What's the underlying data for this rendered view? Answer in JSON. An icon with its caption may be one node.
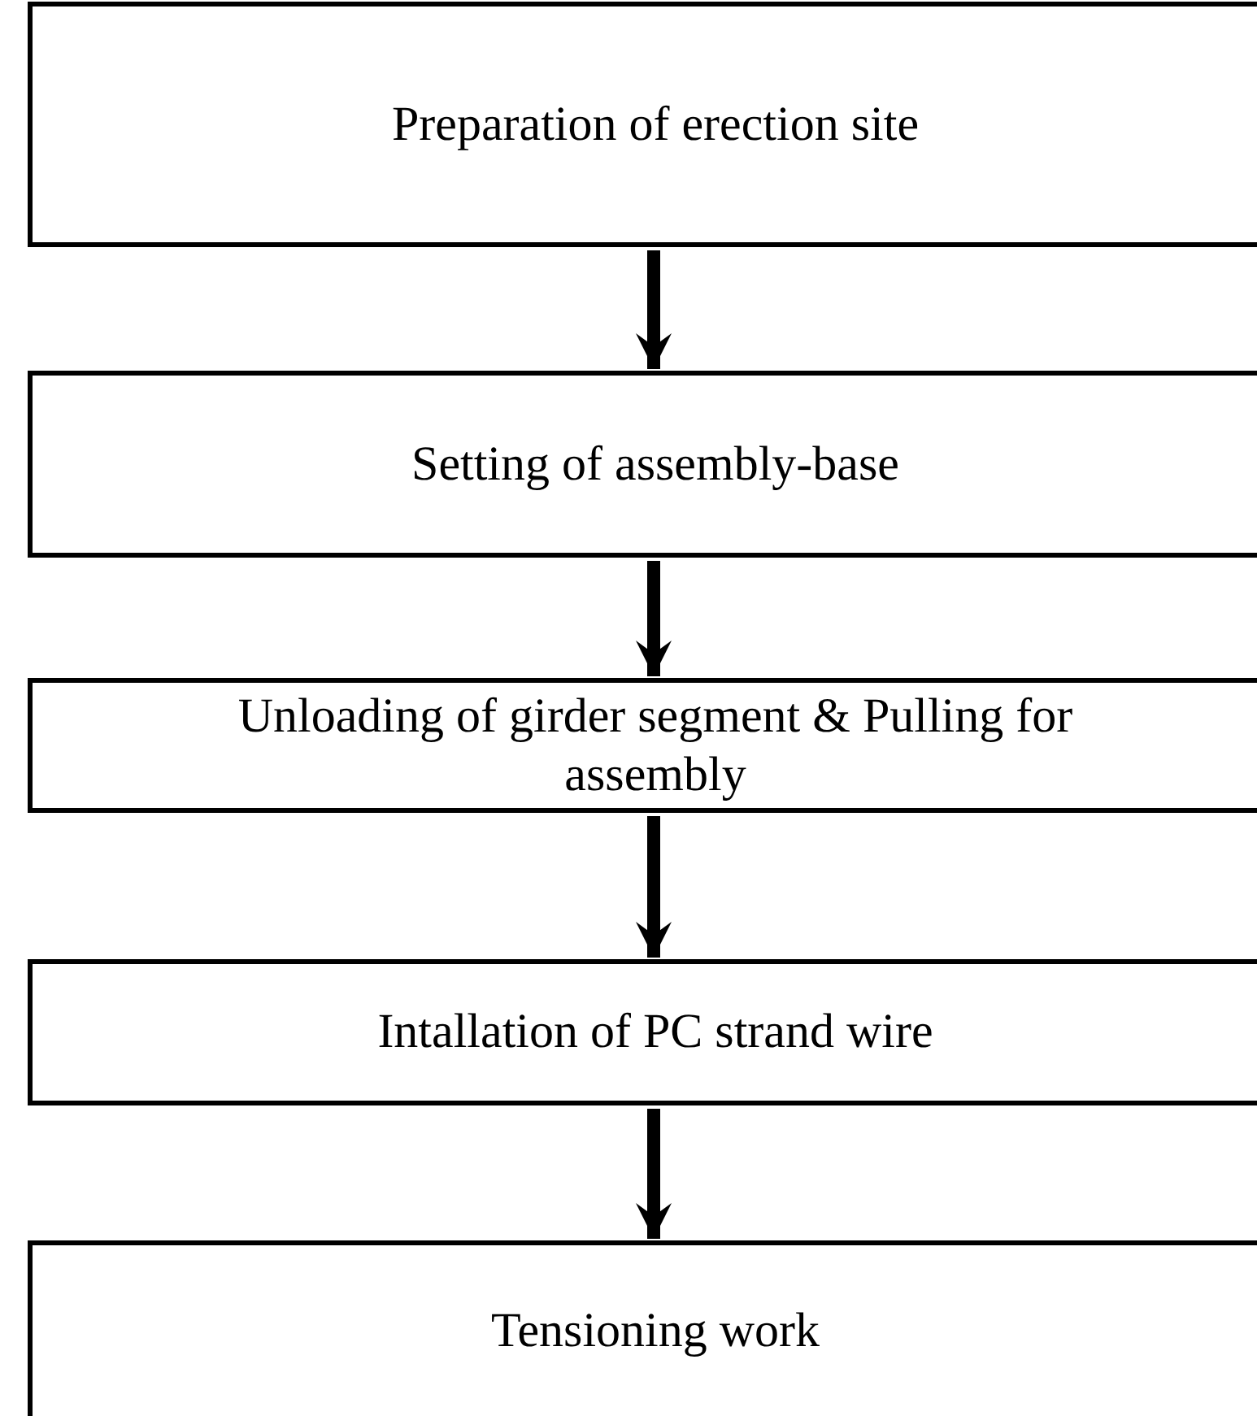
{
  "diagram": {
    "nodes": [
      {
        "text": [
          "Preparation of erection site"
        ]
      },
      {
        "text": [
          "Setting of assembly-base"
        ]
      },
      {
        "text": [
          "Unloading of girder segment & Pulling for assembly"
        ]
      },
      {
        "text": [
          "Intallation of PC strand wire"
        ]
      },
      {
        "text": [
          "Tensioning work"
        ]
      }
    ],
    "edges": [
      {
        "from": 0,
        "to": 1,
        "arrow": "to"
      },
      {
        "from": 1,
        "to": 2,
        "arrow": "to"
      },
      {
        "from": 2,
        "to": 3,
        "arrow": "to"
      },
      {
        "from": 3,
        "to": 4,
        "arrow": "to"
      }
    ]
  }
}
